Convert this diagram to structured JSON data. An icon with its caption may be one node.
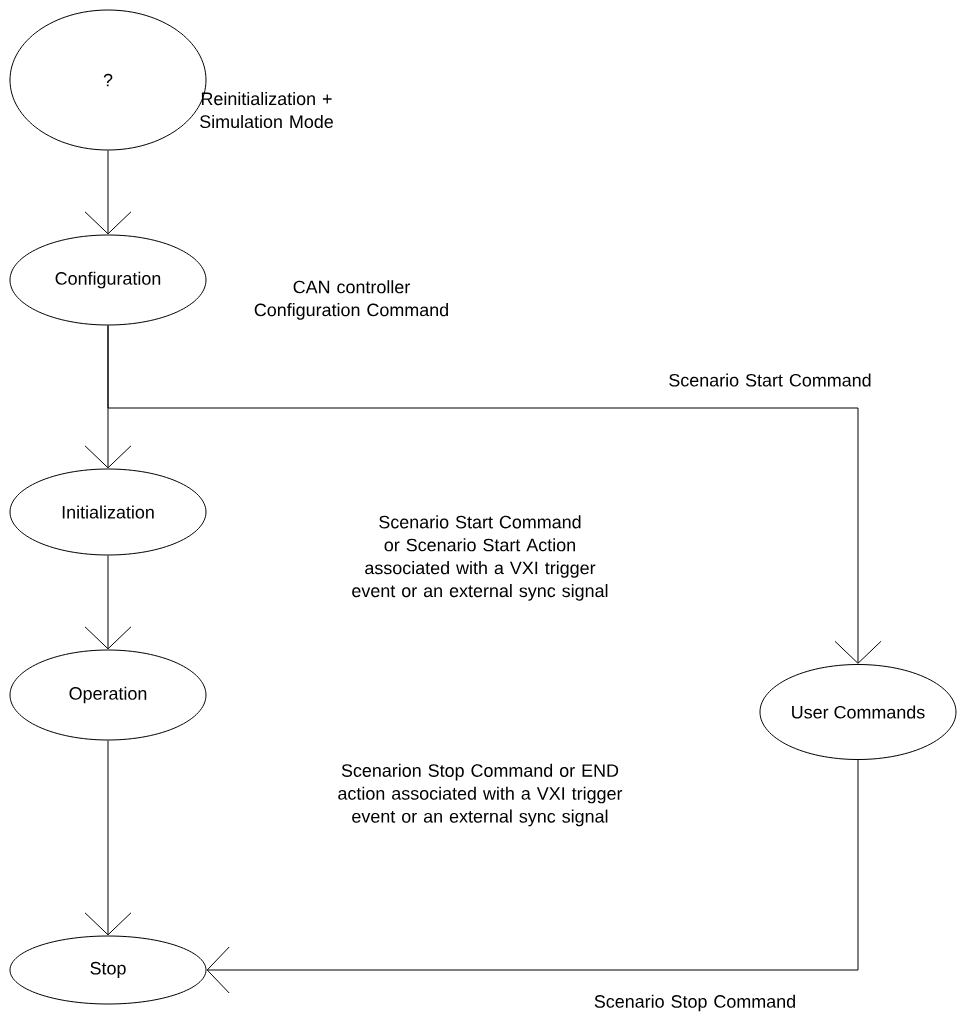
{
  "diagram": {
    "nodes": [
      {
        "text": [
          "?"
        ]
      },
      {
        "text": [
          "Configuration"
        ]
      },
      {
        "text": [
          "Initialization"
        ]
      },
      {
        "text": [
          "Operation"
        ]
      },
      {
        "text": [
          "User Commands"
        ]
      },
      {
        "text": [
          "Stop"
        ]
      }
    ],
    "edges": [
      {
        "from": 0,
        "to": 1,
        "arrow": "to"
      },
      {
        "from": 1,
        "to": 2,
        "arrow": "to"
      },
      {
        "from": 1,
        "to": 4,
        "arrow": "to",
        "label": "Scenario Start Command"
      },
      {
        "from": 2,
        "to": 3,
        "arrow": "to"
      },
      {
        "from": 3,
        "to": 5,
        "arrow": "to"
      },
      {
        "from": 4,
        "to": 5,
        "arrow": "to",
        "label": "Scenario Stop Command"
      }
    ],
    "labels": [
      "Reinitialization + Simulation Mode",
      "CAN controller Configuration Command",
      "Scenario Start Command or Scenario Start Action associated with a VXI trigger event or an external sync signal",
      "Scenarion Stop Command or END action associated with a VXI trigger event or an external sync signal"
    ]
  }
}
